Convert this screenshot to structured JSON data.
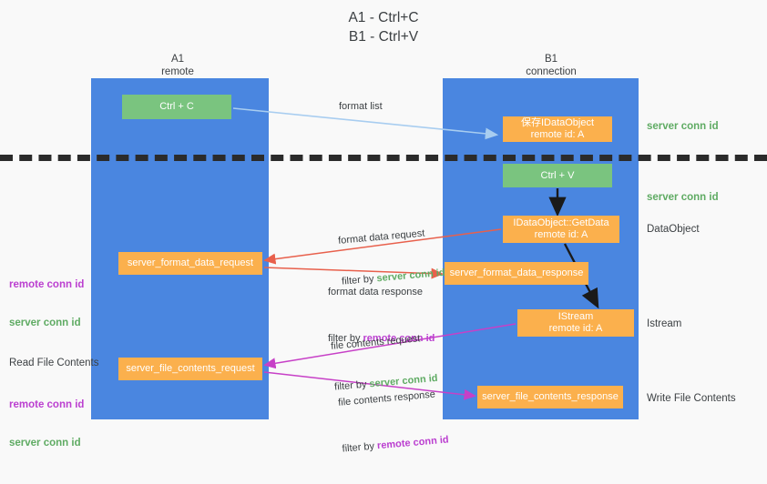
{
  "title": "A1 - Ctrl+C\nB1 - Ctrl+V",
  "columns": {
    "a1": "A1\nremote",
    "b1": "B1\nconnection"
  },
  "colors": {
    "lane_blue": "#4a86e0",
    "node_green": "#7ac47f",
    "node_orange": "#fbb04d",
    "server_conn_green": "#5fab63",
    "remote_conn_purple": "#bb3fd0",
    "arrow_format_list": "#a8cdf0",
    "arrow_format_data": "#e8604c",
    "arrow_file_contents": "#c740c7",
    "arrow_internal": "#1a1a1a",
    "separator": "#2b2b2b",
    "background": "#f9f9f9"
  },
  "nodes": {
    "ctrl_c": "Ctrl + C",
    "save_dataobject": "保存IDataObject\nremote id: A",
    "ctrl_v": "Ctrl + V",
    "getdata": "IDataObject::GetData\nremote id: A",
    "server_format_data_request": "server_format_data_request",
    "server_format_data_response": "server_format_data_response",
    "istream": "IStream\nremote id: A",
    "server_file_contents_request": "server_file_contents_request",
    "server_file_contents_response": "server_file_contents_response"
  },
  "edges": {
    "format_list": "format list",
    "format_data_request": "format data request",
    "format_data_request_filter_prefix": "filter by ",
    "format_data_request_filter_value": "server conn id",
    "format_data_response": "format data response",
    "format_data_response_filter_prefix": "filter by ",
    "format_data_response_filter_value": "remote conn id",
    "file_contents_request": "file contents request",
    "file_contents_request_filter_prefix": "filter by ",
    "file_contents_request_filter_value": "server conn id",
    "file_contents_response": "file contents response",
    "file_contents_response_filter_prefix": "filter by ",
    "file_contents_response_filter_value": "remote conn id"
  },
  "right_labels": {
    "server_conn_id_top": "server conn id",
    "server_conn_id_mid": "server conn id",
    "dataobject": "DataObject",
    "istream": "Istream",
    "write_file_contents": "Write File Contents"
  },
  "left_labels": {
    "remote_conn_id_1": "remote conn id",
    "server_conn_id_1": "server conn id",
    "read_file_contents": "Read File Contents",
    "remote_conn_id_2": "remote conn id",
    "server_conn_id_2": "server conn id"
  }
}
